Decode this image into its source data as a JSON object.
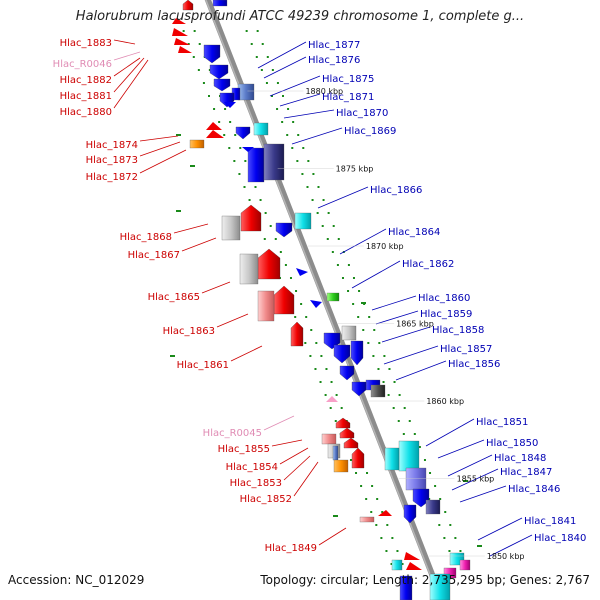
{
  "title": "Halorubrum lacusprofundi ATCC 49239 chromosome 1, complete g...",
  "footer": {
    "accession": "Accession: NC_012029",
    "topology": "Topology: circular; Length: 2,735,295 bp; Genes: 2,767"
  },
  "colors": {
    "backbone": "#8c8c8c",
    "minus_label": "#cc0000",
    "plus_label": "#0000b4",
    "rna_label": "#e08cb4",
    "orf_tick": "#1a8a1a"
  },
  "scale_ticks": [
    {
      "kbp": 1880,
      "label": "1880 kbp"
    },
    {
      "kbp": 1875,
      "label": "1875 kbp"
    },
    {
      "kbp": 1870,
      "label": "1870 kbp"
    },
    {
      "kbp": 1865,
      "label": "1865 kbp"
    },
    {
      "kbp": 1860,
      "label": "1860 kbp"
    },
    {
      "kbp": 1855,
      "label": "1855 kbp"
    },
    {
      "kbp": 1850,
      "label": "1850 kbp"
    }
  ],
  "minus_labels": [
    {
      "name": "Hlac_1883",
      "rna": false
    },
    {
      "name": "Hlac_R0046",
      "rna": true
    },
    {
      "name": "Hlac_1882",
      "rna": false
    },
    {
      "name": "Hlac_1881",
      "rna": false
    },
    {
      "name": "Hlac_1880",
      "rna": false
    },
    {
      "name": "Hlac_1874",
      "rna": false
    },
    {
      "name": "Hlac_1873",
      "rna": false
    },
    {
      "name": "Hlac_1872",
      "rna": false
    },
    {
      "name": "Hlac_1868",
      "rna": false
    },
    {
      "name": "Hlac_1867",
      "rna": false
    },
    {
      "name": "Hlac_1865",
      "rna": false
    },
    {
      "name": "Hlac_1863",
      "rna": false
    },
    {
      "name": "Hlac_1861",
      "rna": false
    },
    {
      "name": "Hlac_R0045",
      "rna": true
    },
    {
      "name": "Hlac_1855",
      "rna": false
    },
    {
      "name": "Hlac_1854",
      "rna": false
    },
    {
      "name": "Hlac_1853",
      "rna": false
    },
    {
      "name": "Hlac_1852",
      "rna": false
    },
    {
      "name": "Hlac_1849",
      "rna": false
    }
  ],
  "plus_labels": [
    {
      "name": "Hlac_1877"
    },
    {
      "name": "Hlac_1876"
    },
    {
      "name": "Hlac_1875"
    },
    {
      "name": "Hlac_1871"
    },
    {
      "name": "Hlac_1870"
    },
    {
      "name": "Hlac_1869"
    },
    {
      "name": "Hlac_1866"
    },
    {
      "name": "Hlac_1864"
    },
    {
      "name": "Hlac_1862"
    },
    {
      "name": "Hlac_1860"
    },
    {
      "name": "Hlac_1859"
    },
    {
      "name": "Hlac_1858"
    },
    {
      "name": "Hlac_1857"
    },
    {
      "name": "Hlac_1856"
    },
    {
      "name": "Hlac_1851"
    },
    {
      "name": "Hlac_1850"
    },
    {
      "name": "Hlac_1848"
    },
    {
      "name": "Hlac_1847"
    },
    {
      "name": "Hlac_1846"
    },
    {
      "name": "Hlac_1841"
    },
    {
      "name": "Hlac_1840"
    }
  ]
}
